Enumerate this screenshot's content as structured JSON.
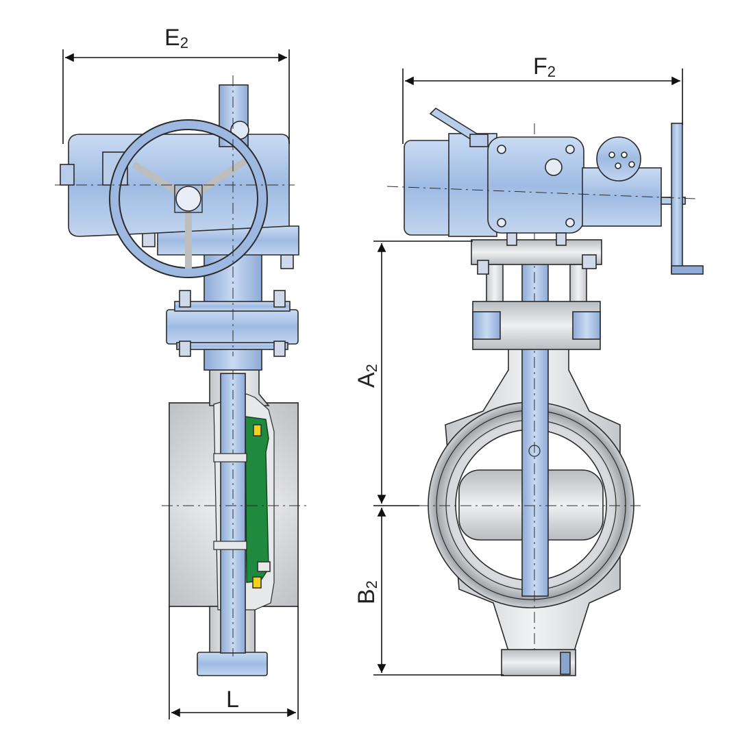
{
  "dimensions": {
    "e2": {
      "main": "E",
      "sub": "2"
    },
    "f2": {
      "main": "F",
      "sub": "2"
    },
    "a2": {
      "main": "A",
      "sub": "2"
    },
    "b2": {
      "main": "B",
      "sub": "2"
    },
    "l": {
      "main": "L",
      "sub": ""
    }
  },
  "colors": {
    "steel_blue": "#a9c3e6",
    "steel_blue_dark": "#5f7fae",
    "body_gray": "#cfd2d6",
    "seal_green": "#1f8a3e",
    "seal_yellow": "#f2d21b",
    "line": "#2a2a2a"
  }
}
